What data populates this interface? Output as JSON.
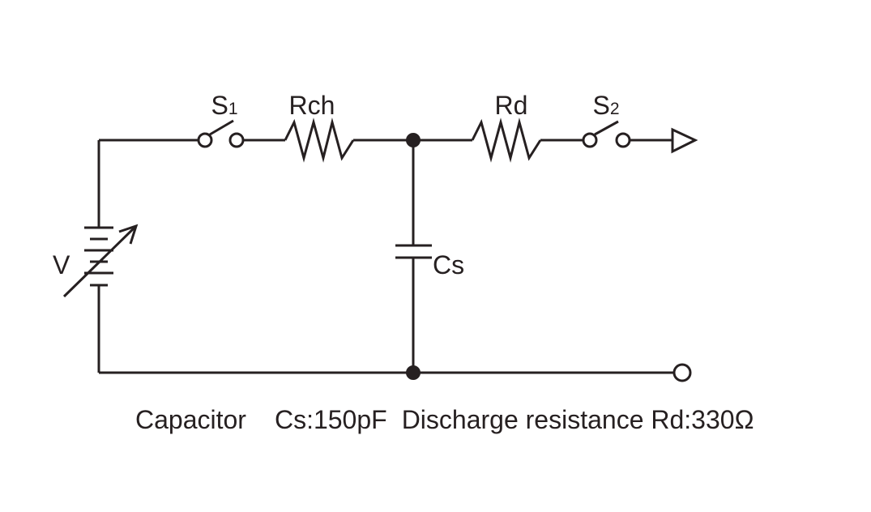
{
  "colors": {
    "line": "#262021",
    "background": "#ffffff"
  },
  "labels": {
    "switch1": {
      "base": "S",
      "sub": "1"
    },
    "resistor_charge": "Rch",
    "resistor_discharge": "Rd",
    "switch2": {
      "base": "S",
      "sub": "2"
    },
    "voltage_source": "V",
    "capacitor": "Cs"
  },
  "caption": {
    "item1": "Capacitor",
    "item2": "Cs:150pF",
    "item3": "Discharge resistance Rd:330Ω"
  }
}
